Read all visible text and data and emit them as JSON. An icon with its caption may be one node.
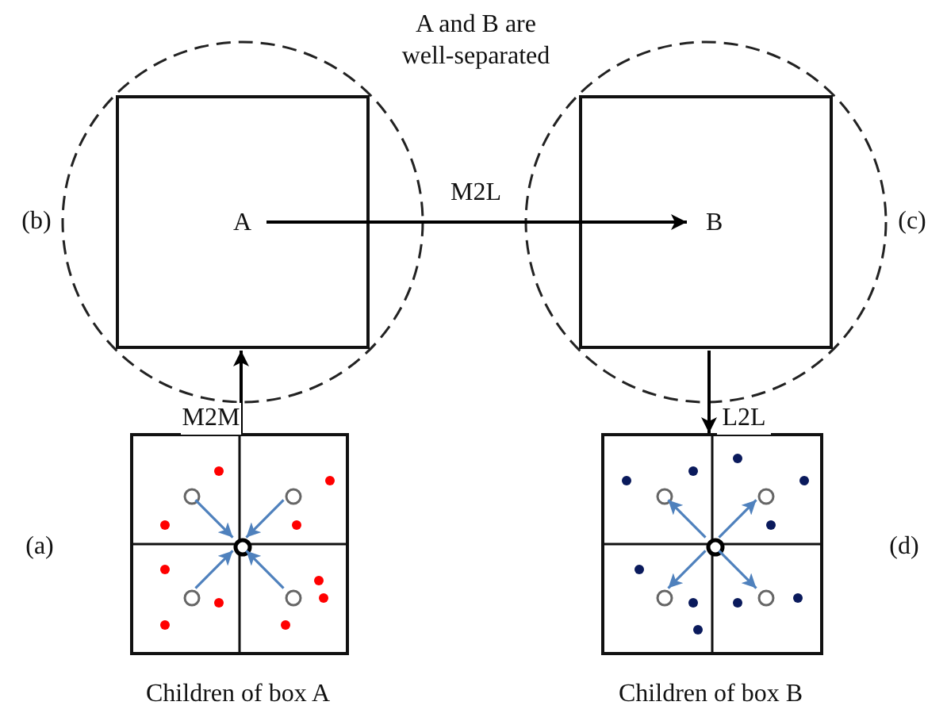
{
  "diagram": {
    "nodes": [
      {
        "text": [],
        "shape": "circle"
      },
      {
        "text": [
          "A"
        ],
        "in": 0
      },
      {
        "text": [],
        "shape": "circle"
      },
      {
        "text": [
          "B"
        ],
        "in": 2
      },
      {
        "text": [],
        "shape": "box",
        "beside": [
          "Children of box A"
        ]
      },
      {
        "text": [],
        "shape": "circle",
        "in": 4
      },
      {
        "text": [],
        "shape": "circle",
        "in": 4
      },
      {
        "text": [],
        "shape": "circle",
        "in": 4
      },
      {
        "text": [],
        "shape": "circle",
        "in": 4
      },
      {
        "text": [],
        "shape": "circle",
        "in": 4
      },
      {
        "text": [],
        "shape": "box",
        "beside": [
          "Children of box B"
        ]
      },
      {
        "text": [],
        "shape": "circle",
        "in": 10
      },
      {
        "text": [],
        "shape": "circle",
        "in": 10
      },
      {
        "text": [],
        "shape": "circle",
        "in": 10
      },
      {
        "text": [],
        "shape": "circle",
        "in": 10
      },
      {
        "text": [],
        "shape": "circle",
        "in": 10
      }
    ],
    "edges": [
      {
        "from": 1,
        "to": 3,
        "arrow": "to",
        "label": "M2L",
        "color": "#000000"
      },
      {
        "from": 4,
        "to": 1,
        "arrow": "to",
        "label": "M2M",
        "color": "#000000"
      },
      {
        "from": 3,
        "to": 10,
        "arrow": "to",
        "label": "L2L",
        "color": "#000000"
      },
      {
        "from": 5,
        "to": 9,
        "arrow": "to"
      },
      {
        "from": 6,
        "to": 9,
        "arrow": "to"
      },
      {
        "from": 7,
        "to": 9,
        "arrow": "to"
      },
      {
        "from": 8,
        "to": 9,
        "arrow": "to"
      },
      {
        "from": 11,
        "to": 12,
        "arrow": "to"
      },
      {
        "from": 11,
        "to": 13,
        "arrow": "to"
      },
      {
        "from": 11,
        "to": 14,
        "arrow": "to"
      },
      {
        "from": 11,
        "to": 15,
        "arrow": "to"
      }
    ],
    "labels": [
      "A and B are well-separated",
      "(b)",
      "(c)",
      "(a)",
      "(d)"
    ]
  }
}
